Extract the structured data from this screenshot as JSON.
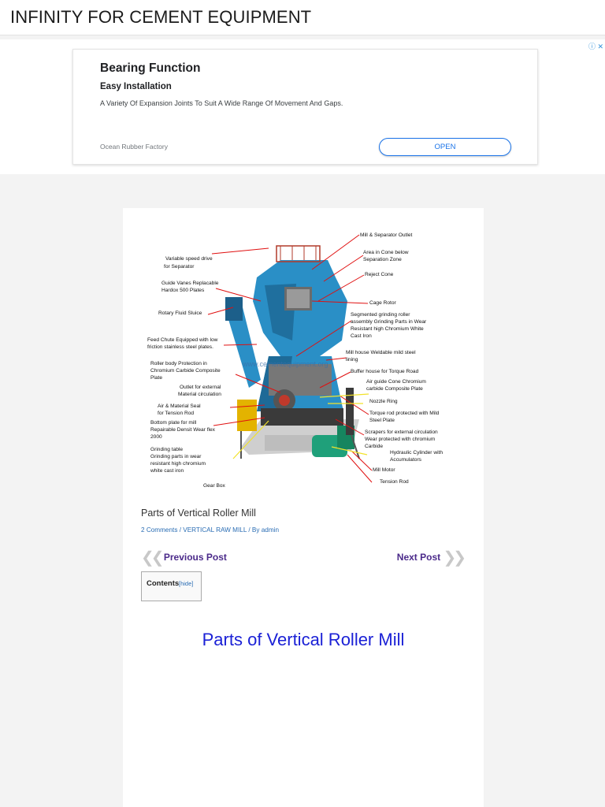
{
  "site": {
    "title": "INFINITY FOR CEMENT EQUIPMENT"
  },
  "ad": {
    "choices_icon": "adchoices-icon",
    "title": "Bearing Function",
    "subtitle": "Easy Installation",
    "description": "A Variety Of Expansion Joints To Suit A Wide Range Of Movement And Gaps.",
    "advertiser": "Ocean Rubber Factory",
    "cta": "OPEN",
    "accent": "#1a73e8"
  },
  "figure": {
    "watermark": "www.cementequipment.org",
    "labels": {
      "l1a": "Variable speed drive",
      "l1b": "for Separator",
      "l2a": "Guide Vanes Replacable",
      "l2b": "Hardox 500 Plates",
      "l3": "Rotary Fluid Sluice",
      "l4a": "Feed Chute Equipped with low",
      "l4b": "friction stainless steel plates.",
      "l5a": "Roller body Protection in",
      "l5b": "Chromium Carbide Composite",
      "l5c": "Plate",
      "l6a": "Outlet for external",
      "l6b": "Material circulation",
      "l7a": "Air & Material Seal",
      "l7b": "for Tension Rod",
      "l8a": "Bottom plate for mill",
      "l8b": "Repairable Densit Wear flex",
      "l8c": "2000",
      "l9a": "Grinding table",
      "l9b": "Grinding parts in wear",
      "l9c": "resistant high chromium",
      "l9d": "white cast iron",
      "l10": "Gear Box",
      "r1": "Mill & Separator Outlet",
      "r2a": "Area in Cone below",
      "r2b": "Separation Zone",
      "r3": "Reject Cone",
      "r4": "Cage Rotor",
      "r5a": "Segmented grinding roller",
      "r5b": "assembly Grinding Parts in Wear",
      "r5c": "Resistant high Chromium White",
      "r5d": "Cast Iron",
      "r6a": "Mill house Weldable mild steel",
      "r6b": "lining",
      "r7": "Buffer house for Torque Road",
      "r8a": "Air guide Cone Chromium",
      "r8b": "carbide Composite Plate",
      "r9": "Nozzle Ring",
      "r10a": "Torque rod protected with Mild",
      "r10b": "Steel Plate",
      "r11a": "Scrapers for external circulation",
      "r11b": "Wear protected with chromium",
      "r11c": "Carbide",
      "r12a": "Hydraulic Cylinder with",
      "r12b": "Accumulators",
      "r13": "Mill Motor",
      "r14": "Tension Rod"
    }
  },
  "post": {
    "title": "Parts of Vertical Roller Mill",
    "comments": "2 Comments",
    "sep1": " / ",
    "category": "VERTICAL RAW MILL",
    "sep2": " / By ",
    "author": "admin"
  },
  "nav": {
    "prev": "Previous Post",
    "next": "Next Post",
    "prev_icon": "double-chevron-left-icon",
    "next_icon": "double-chevron-right-icon"
  },
  "toc": {
    "title": "Contents",
    "hide": "[hide]"
  },
  "section": {
    "heading": "Parts of Vertical Roller Mill"
  },
  "colors": {
    "heading_blue": "#1b21d6",
    "link_blue": "#2a6db4",
    "nav_purple": "#4b2a8a",
    "mill_blue": "#2a8fc6"
  }
}
